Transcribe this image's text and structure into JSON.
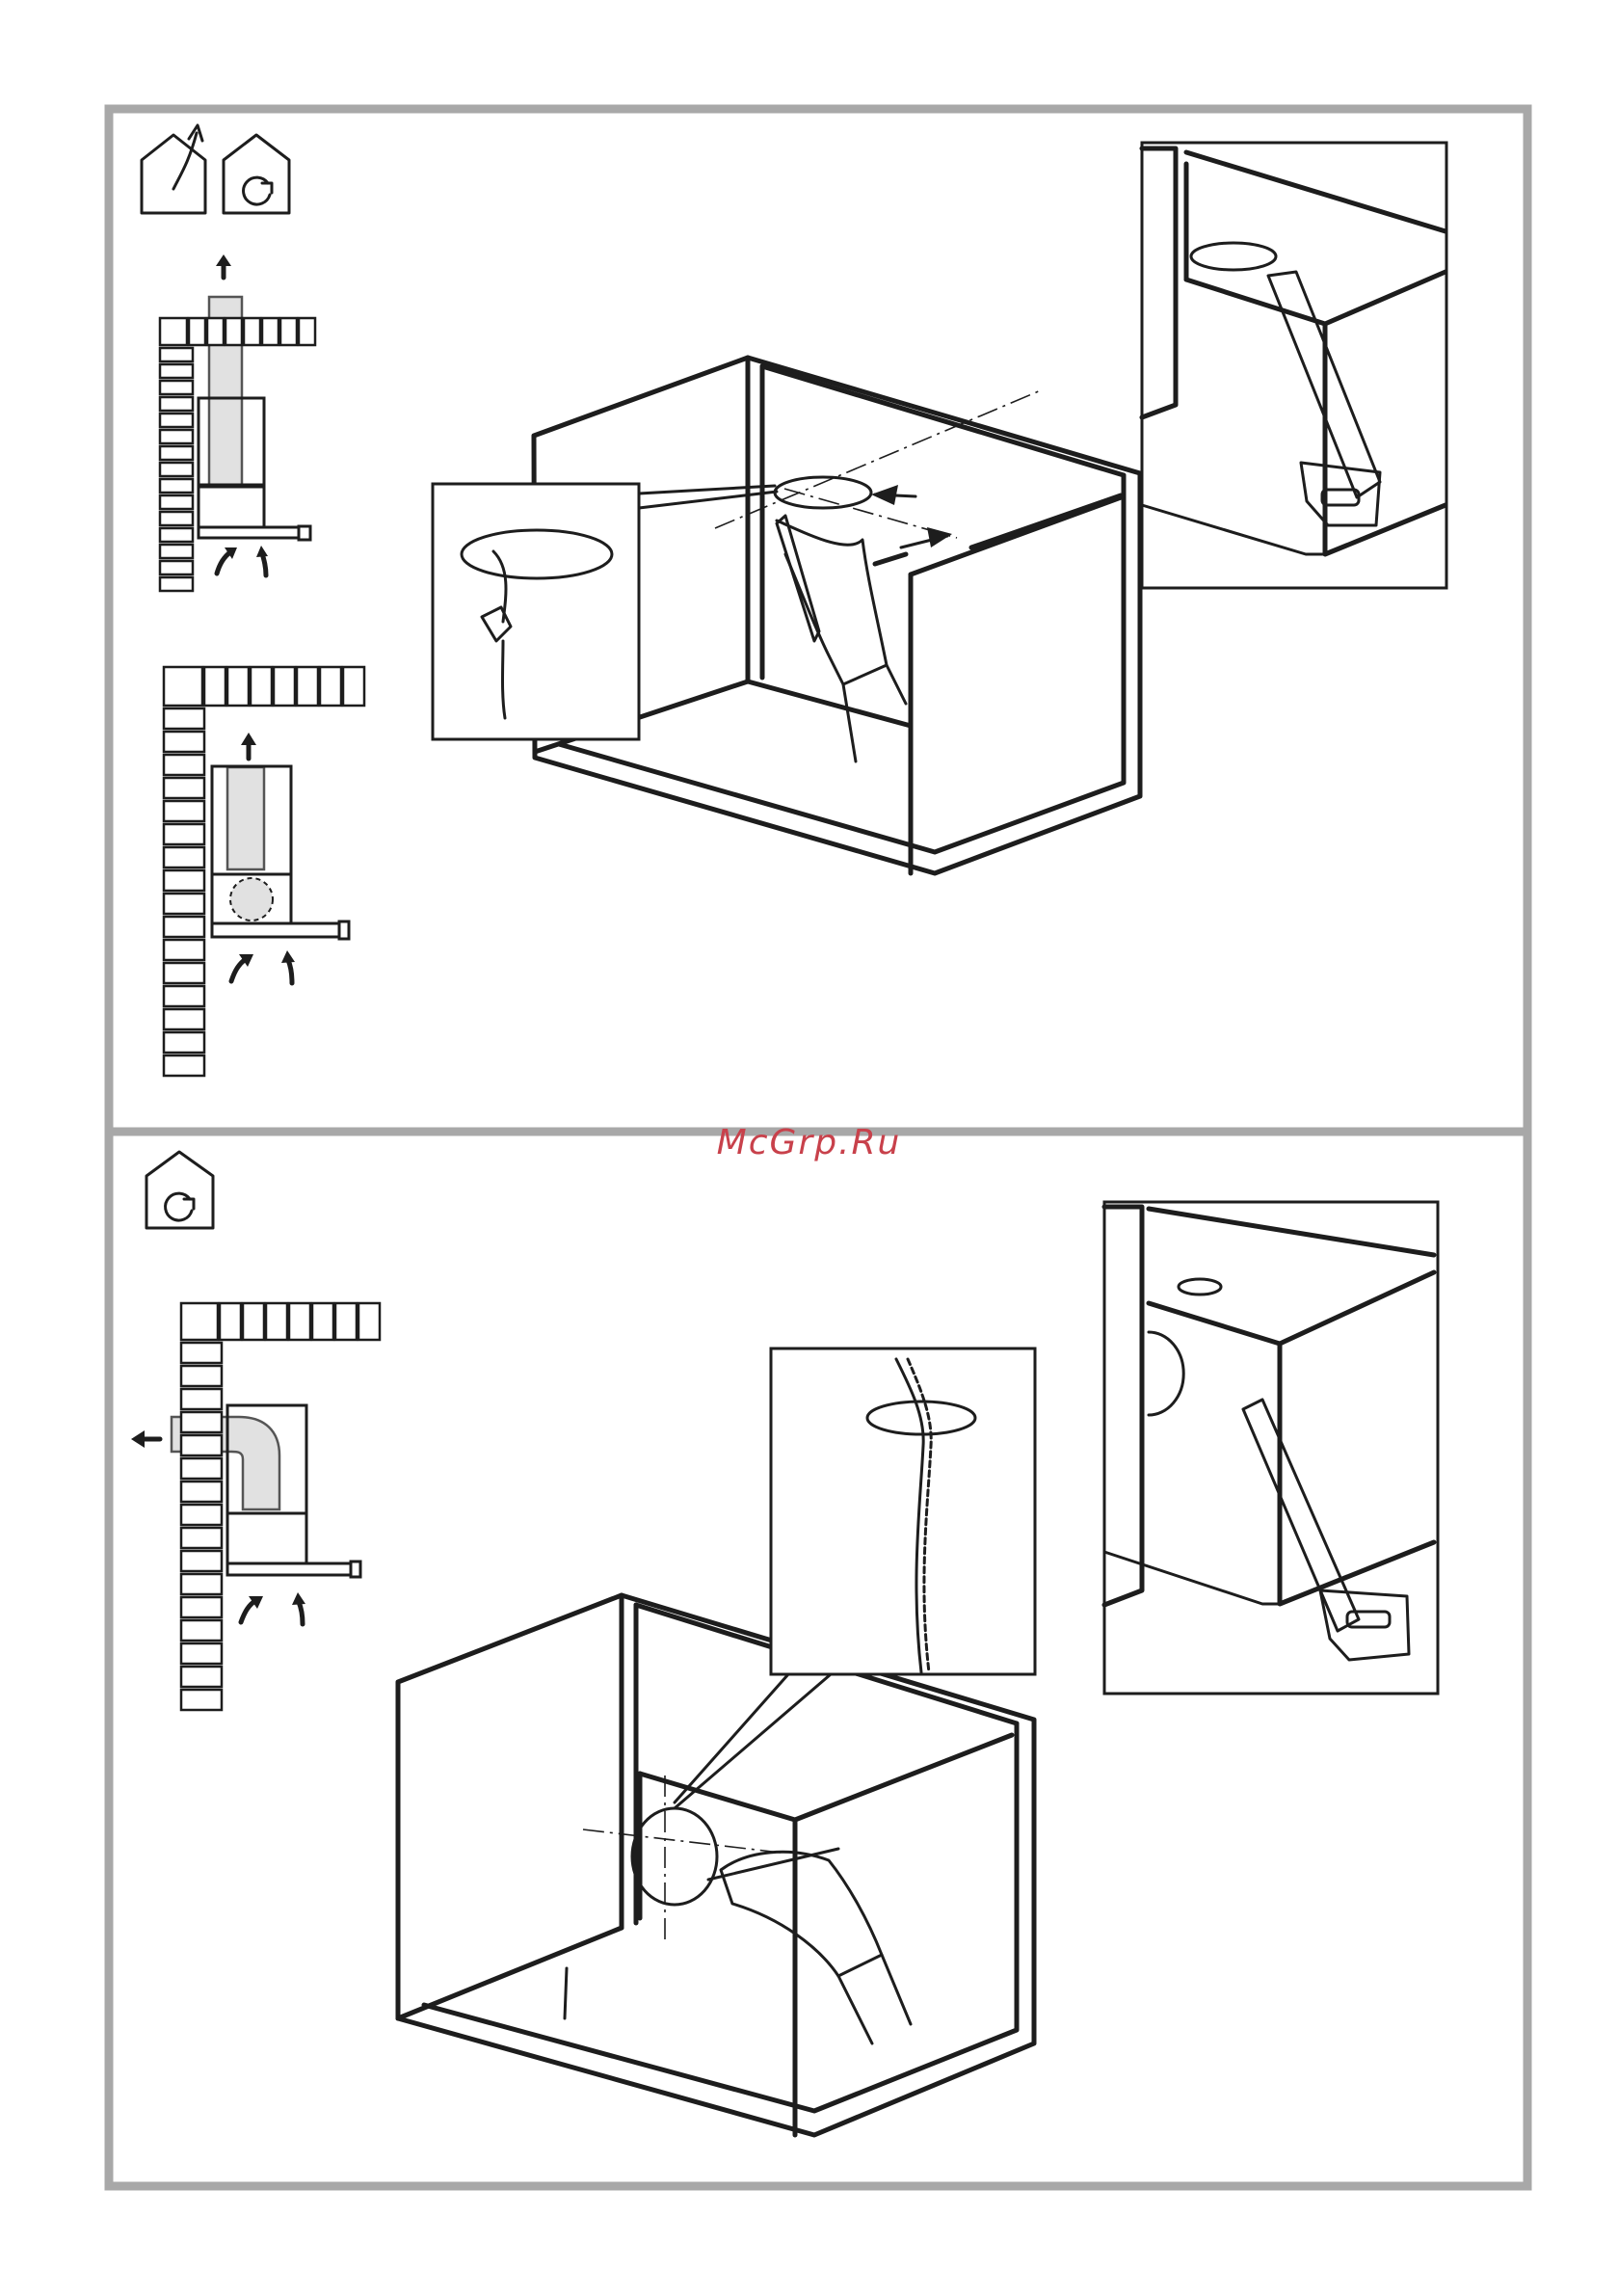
{
  "watermark": "McGrp.Ru",
  "colors": {
    "frame": "#a8a8a8",
    "line": "#1d1d1d",
    "watermark": "#c8414b",
    "duct": "#e1e1e1"
  },
  "panels": [
    {
      "id": "top",
      "icons": [
        "ducted-mode-icon",
        "recirculation-mode-icon"
      ]
    },
    {
      "id": "bottom",
      "icons": [
        "recirculation-mode-icon"
      ]
    }
  ]
}
